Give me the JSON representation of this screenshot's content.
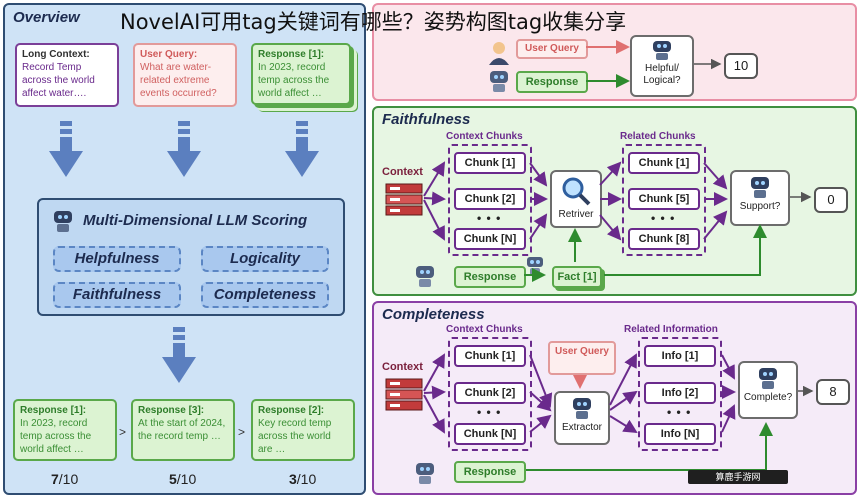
{
  "overlay_title": "NovelAI可用tag关键词有哪些？姿势构图tag收集分享",
  "overview": {
    "title": "Overview",
    "long_context": {
      "head": "Long Context:",
      "body": "Record Temp across the world affect water…."
    },
    "user_query": {
      "head": "User Query:",
      "body": "What are water-related extreme events occurred?"
    },
    "response1": {
      "head": "Response [1]:",
      "body": "In 2023, record temp across the world affect …"
    },
    "scoring_title": "Multi-Dimensional LLM Scoring",
    "metrics": [
      "Helpfulness",
      "Logicality",
      "Faithfulness",
      "Completeness"
    ],
    "ranked": [
      {
        "head": "Response [1]:",
        "body": "In 2023, record temp across the world affect …",
        "score_num": "7",
        "score_den": "/10"
      },
      {
        "head": "Response [3]:",
        "body": "At the start of 2024, the record temp …",
        "score_num": "5",
        "score_den": "/10"
      },
      {
        "head": "Response [2]:",
        "body": "Key record temp across the world are …",
        "score_num": "3",
        "score_den": "/10"
      }
    ],
    "gt": ">"
  },
  "top": {
    "user_query": "User Query",
    "response": "Response",
    "judge": "Helpful/ Logical?",
    "score": "10"
  },
  "faithfulness": {
    "title": "Faithfulness",
    "context_label": "Context",
    "context_chunks_title": "Context Chunks",
    "chunks": [
      "Chunk [1]",
      "Chunk [2]",
      "Chunk [N]"
    ],
    "retriever": "Retriver",
    "related_title": "Related Chunks",
    "related": [
      "Chunk [1]",
      "Chunk [5]",
      "Chunk [8]"
    ],
    "judge": "Support?",
    "score": "0",
    "response": "Response",
    "fact": "Fact [1]",
    "dots": "• • •"
  },
  "completeness": {
    "title": "Completeness",
    "context_label": "Context",
    "context_chunks_title": "Context Chunks",
    "chunks": [
      "Chunk [1]",
      "Chunk [2]",
      "Chunk [N]"
    ],
    "user_query": "User Query",
    "extractor": "Extractor",
    "related_title": "Related Information",
    "info": [
      "Info [1]",
      "Info [2]",
      "Info [N]"
    ],
    "judge": "Complete?",
    "score": "8",
    "response": "Response",
    "dots": "• • •"
  },
  "watermark": "算鹿手游网"
}
